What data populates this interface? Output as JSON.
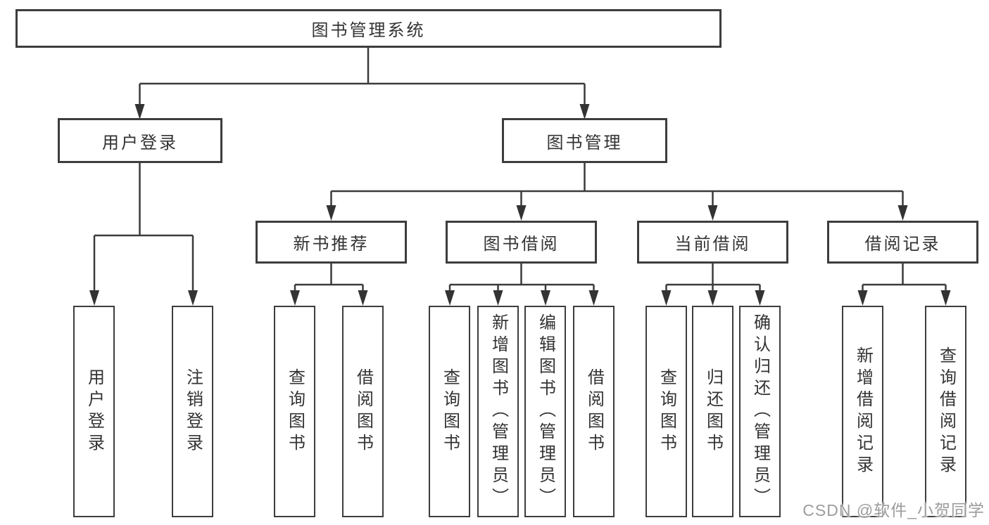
{
  "diagram": {
    "type": "hierarchy-tree",
    "colors": {
      "line": "#3b3b3b",
      "box_border": "#3d3d3d",
      "box_fill": "#ffffff",
      "text": "#333333",
      "watermark_text": "#9c9c9c"
    },
    "tree": {
      "label": "图书管理系统",
      "children": [
        {
          "label": "用户登录",
          "children": [
            {
              "label": "用户登录"
            },
            {
              "label": "注销登录"
            }
          ]
        },
        {
          "label": "图书管理",
          "children": [
            {
              "label": "新书推荐",
              "children": [
                {
                  "label": "查询图书"
                },
                {
                  "label": "借阅图书"
                }
              ]
            },
            {
              "label": "图书借阅",
              "children": [
                {
                  "label": "查询图书"
                },
                {
                  "label": "新增图书（管理员）"
                },
                {
                  "label": "编辑图书（管理员）"
                },
                {
                  "label": "借阅图书"
                }
              ]
            },
            {
              "label": "当前借阅",
              "children": [
                {
                  "label": "查询图书"
                },
                {
                  "label": "归还图书"
                },
                {
                  "label": "确认归还（管理员）"
                }
              ]
            },
            {
              "label": "借阅记录",
              "children": [
                {
                  "label": "新增借阅记录"
                },
                {
                  "label": "查询借阅记录"
                }
              ]
            }
          ]
        }
      ]
    }
  },
  "watermark": {
    "text": "CSDN @软件_小贺同学"
  }
}
